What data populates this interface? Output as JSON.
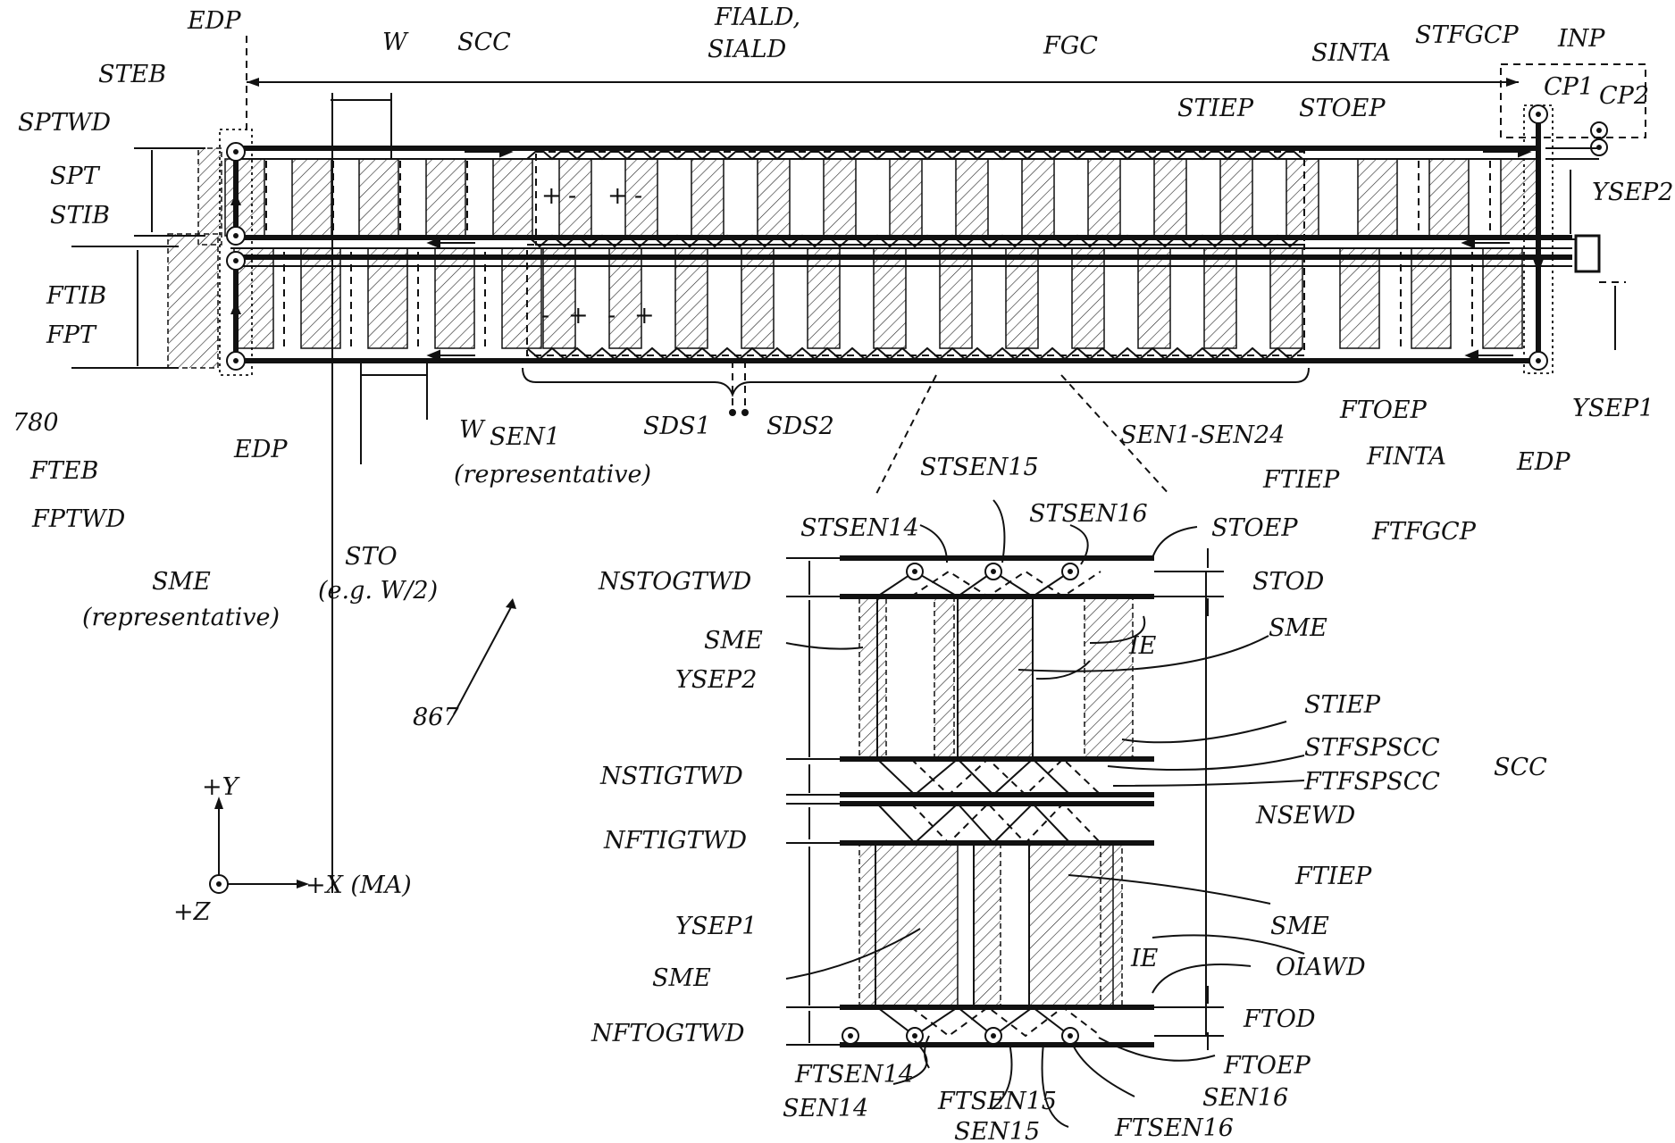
{
  "figure_number": "867",
  "labels": {
    "edp_top_left": "EDP",
    "w_top": "W",
    "scc_top": "SCC",
    "fiald": "FIALD,",
    "siald": "SIALD",
    "fgc": "FGC",
    "stfgcp_top": "STFGCP",
    "inp": "INP",
    "sinta": "SINTA",
    "cp1": "CP1",
    "cp2": "CP2",
    "stiep_top": "STIEP",
    "stoep_top": "STOEP",
    "ysep2_top": "YSEP2",
    "steb": "STEB",
    "sptwd": "SPTWD",
    "spt": "SPT",
    "stib": "STIB",
    "ftib": "FTIB",
    "fpt": "FPT",
    "ref_780": "780",
    "fteb": "FTEB",
    "fptwd": "FPTWD",
    "edp_bottom_left": "EDP",
    "w_bottom": "W",
    "sen1": "SEN1",
    "representative_sen": "(representative)",
    "sds1": "SDS1",
    "sds2": "SDS2",
    "sen1_sen24": "SEN1-SEN24",
    "ftoep_top": "FTOEP",
    "finta": "FINTA",
    "ftiep_top": "FTIEP",
    "edp_bottom_right": "EDP",
    "ftfgcp": "FTFGCP",
    "ysep1_top": "YSEP1",
    "sto": "STO",
    "sto_note": "(e.g. W/2)",
    "sme_left": "SME",
    "sme_left_note": "(representative)",
    "axis_y": "+Y",
    "axis_x": "+X (MA)",
    "axis_z": "+Z",
    "stsen14": "STSEN14",
    "stsen15": "STSEN15",
    "stsen16": "STSEN16",
    "stoep_detail": "STOEP",
    "nstogtwd": "NSTOGTWD",
    "stod": "STOD",
    "sme_d1": "SME",
    "ie_top": "IE",
    "sme_d2": "SME",
    "ysep2_detail": "YSEP2",
    "stiep_detail": "STIEP",
    "nstigtwd": "NSTIGTWD",
    "stfspscc": "STFSPSCC",
    "ftfspscc": "FTFSPSCC",
    "scc_detail": "SCC",
    "nftigtwd": "NFTIGTWD",
    "nsewd": "NSEWD",
    "ftiep_detail": "FTIEP",
    "ysep1_detail": "YSEP1",
    "sme_d3": "SME",
    "sme_d4": "SME",
    "ie_bottom": "IE",
    "oiawd": "OIAWD",
    "nftogtwd": "NFTOGTWD",
    "ftod": "FTOD",
    "ftsen14": "FTSEN14",
    "ftoep_detail": "FTOEP",
    "sen14": "SEN14",
    "ftsen15": "FTSEN15",
    "sen16": "SEN16",
    "sen15": "SEN15",
    "ftsen16": "FTSEN16"
  }
}
